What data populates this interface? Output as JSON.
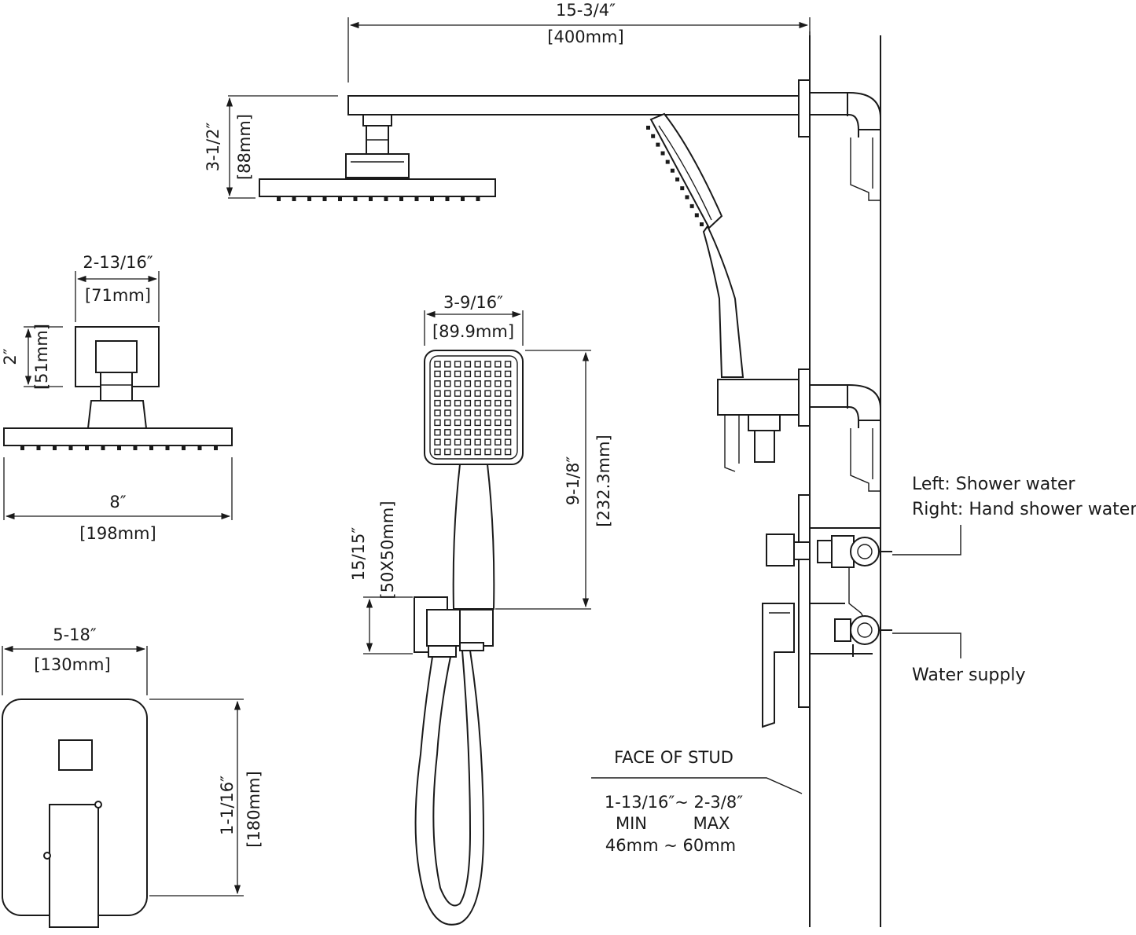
{
  "dimensions": {
    "arm_length_in": "15-3/4″",
    "arm_length_mm": "[400mm]",
    "head_drop_in": "3-1/2″",
    "head_drop_mm": "[88mm]",
    "connector_width_in": "2-13/16″",
    "connector_width_mm": "[71mm]",
    "connector_height_in": "2″",
    "connector_height_mm": "[51mm]",
    "head_width_in": "8″",
    "head_width_mm": "[198mm]",
    "handheld_width_in": "3-9/16″",
    "handheld_width_mm": "[89.9mm]",
    "handheld_length_in": "9-1/8″",
    "handheld_length_mm": "[232.3mm]",
    "holder_size_in": "15/15″",
    "holder_size_mm": "[50X50mm]",
    "plate_width_in": "5-18″",
    "plate_width_mm": "[130mm]",
    "plate_height_in": "1-1/16″",
    "plate_height_mm": "[180mm]"
  },
  "notes": {
    "outlet_left": "Left: Shower water",
    "outlet_right": "Right: Hand shower water",
    "water_supply": "Water supply"
  },
  "stud": {
    "title": "FACE OF STUD",
    "range_in": "1-13/16″~  2-3/8″",
    "min_label": "MIN",
    "max_label": "MAX",
    "range_mm": "46mm ~ 60mm"
  }
}
